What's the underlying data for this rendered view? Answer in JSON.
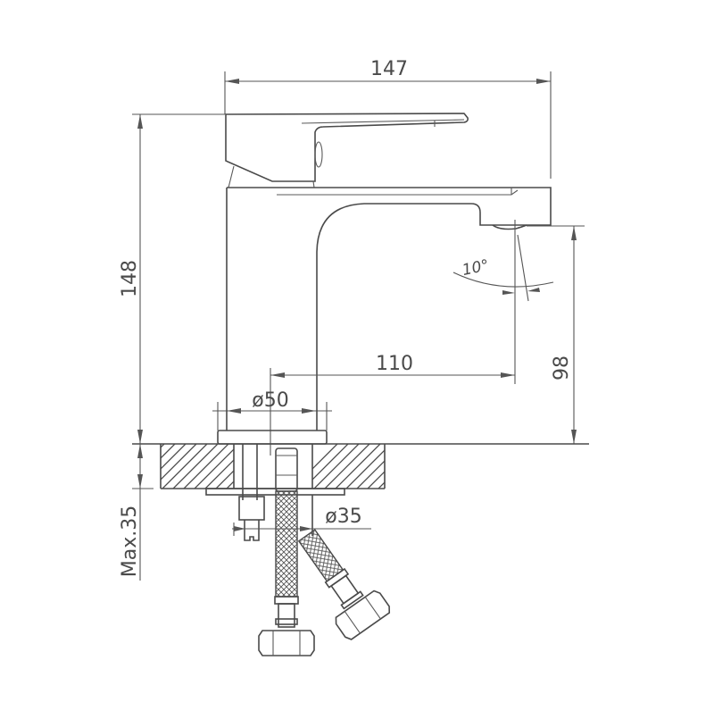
{
  "drawing": {
    "type": "faucet technical dimension drawing",
    "dimensions": {
      "overall_width": "147",
      "overall_height": "148",
      "spout_height": "98",
      "spout_reach": "110",
      "base_diameter": "ø50",
      "hole_diameter": "ø35",
      "max_countertop": "Max.35",
      "spout_angle": "10°"
    },
    "colors": {
      "line": "#4a4a4a",
      "background": "#ffffff"
    }
  }
}
